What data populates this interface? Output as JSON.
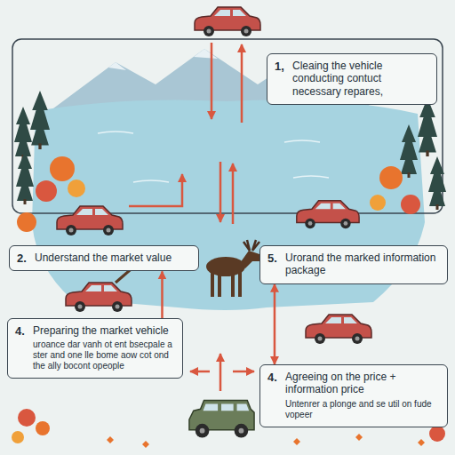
{
  "diagram": {
    "nodes": [
      {
        "text": [
          "1,",
          "Cleaing the vehicle conducting contuct necessary repares,"
        ]
      },
      {
        "text": [
          "2.",
          "Understand the market value"
        ]
      },
      {
        "text": [
          "5.",
          "Urorand the marked information package"
        ]
      },
      {
        "text": [
          "4.",
          "Preparing the market vehicle",
          "uroance dar vanh ot ent bsecpale a ster and one lle bome aow cot ond the ally bocont opeople"
        ]
      },
      {
        "text": [
          "4.",
          "Agreeing on the price + information price",
          "Untenrer a plonge and se util on fude vopeer"
        ]
      }
    ],
    "edges": [
      {
        "from": 3,
        "to": 1,
        "arrow": "to"
      },
      {
        "from": 2,
        "to": 4,
        "arrow": "both"
      }
    ]
  }
}
